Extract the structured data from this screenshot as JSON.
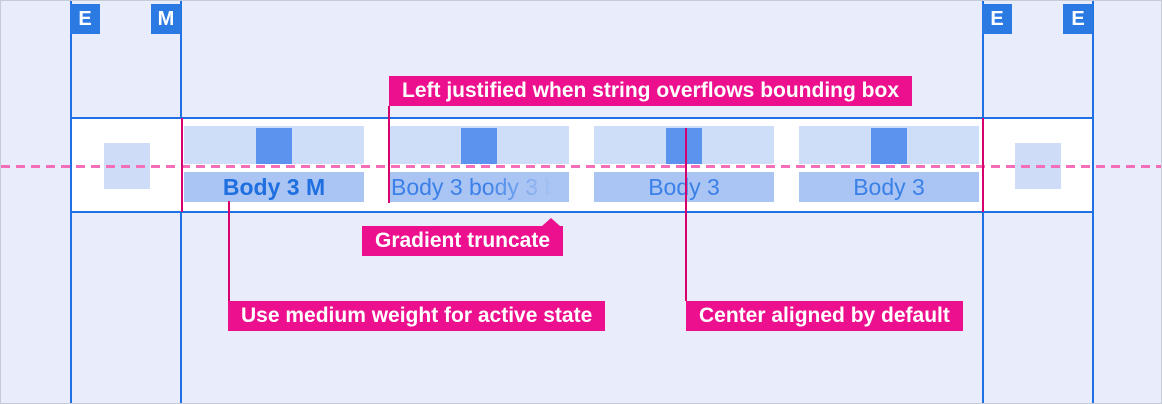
{
  "diagram": {
    "description": "Tab bar component redline spec with alignment and truncation annotations"
  },
  "colors": {
    "background": "#e9edfb",
    "grid_line_blue": "#1f71e4",
    "marker_chip_bg": "#2b7ae4",
    "band_background": "#ffffff",
    "band_border": "#1f71e4",
    "tab_icon_area": "#cfdef8",
    "tab_label_area": "#aac5f3",
    "icon_placeholder": "#5b93ee",
    "tab_text": "#3b80e8",
    "tab_text_active": "#1f6fe0",
    "dashed_centerline": "#f46eb8",
    "redline": "#d6006e",
    "annotation_bg": "#ec0f8e",
    "annotation_text": "#ffffff",
    "spacer_square": "#cfdcf8"
  },
  "grid_markers": [
    {
      "label": "E"
    },
    {
      "label": "M"
    },
    {
      "label": "E"
    },
    {
      "label": "E"
    }
  ],
  "tabbar": {
    "tabs": [
      {
        "label": "Body 3 M",
        "state": "active",
        "alignment": "center"
      },
      {
        "label": "Body 3 body 3 b",
        "state": "default",
        "alignment": "left",
        "truncation": "gradient"
      },
      {
        "label": "Body 3",
        "state": "default",
        "alignment": "center"
      },
      {
        "label": "Body 3",
        "state": "default",
        "alignment": "center"
      }
    ]
  },
  "annotations": {
    "left_justified": "Left justified when string overflows bounding box",
    "gradient_truncate": "Gradient truncate",
    "medium_weight": "Use medium weight for active state",
    "center_aligned": "Center aligned by default"
  }
}
